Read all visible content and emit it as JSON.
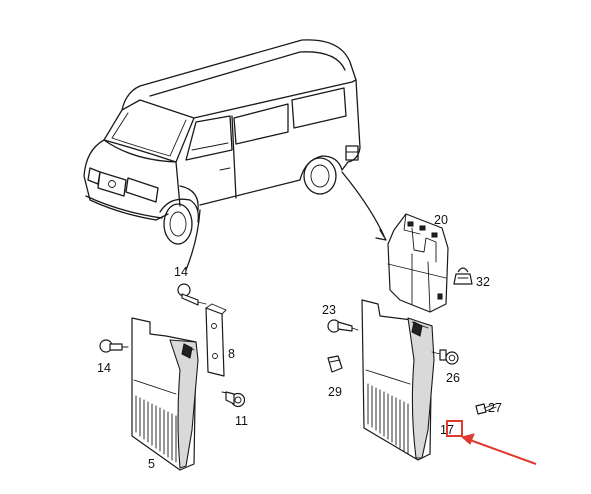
{
  "callouts": {
    "c14_top": "14",
    "c14_left": "14",
    "c8": "8",
    "c11": "11",
    "c5": "5",
    "c20": "20",
    "c32": "32",
    "c23": "23",
    "c26": "26",
    "c29": "29",
    "c27": "27",
    "c17": "17"
  },
  "highlight": {
    "color": "#e03a2f",
    "target": "17"
  }
}
